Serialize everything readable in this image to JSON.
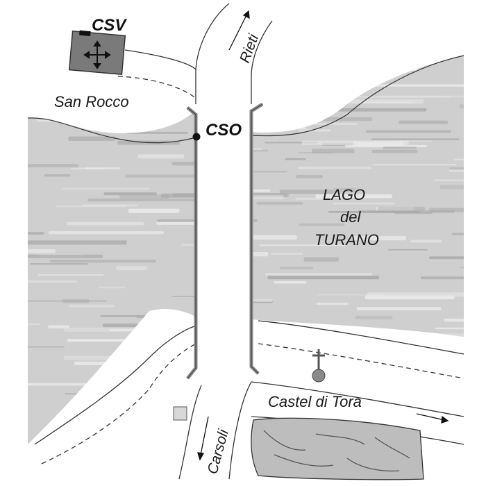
{
  "map": {
    "markers": {
      "csv": "CSV",
      "cso": "CSO"
    },
    "places": {
      "san_rocco": "San Rocco",
      "castel_di_tora": "Castel di Tora"
    },
    "roads": {
      "to_rieti": "Rieti",
      "to_carsoli": "Carsoli"
    },
    "lake": {
      "line1": "LAGO",
      "line2": "del",
      "line3": "TURANO"
    },
    "colors": {
      "water_base": "#cfcfcf",
      "water_streak_light": "#ececec",
      "water_streak_dark": "#a9a9a9",
      "land": "#ffffff",
      "road_line": "#333333",
      "bridge_rail": "#8a8a8a",
      "csv_box": "#7a7a7a",
      "outcrop": "#bdbdbd",
      "town_marker": "#8a8a8a",
      "small_box": "#d8d8d8"
    },
    "icons": {
      "csv_symbol": "cross-arrows-icon",
      "church": "church-cross-icon"
    }
  }
}
